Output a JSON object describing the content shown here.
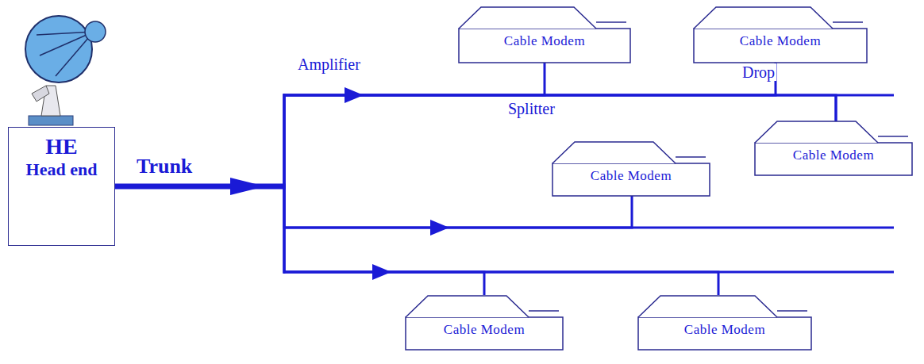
{
  "diagram": {
    "nodes": [
      {
        "text": [
          "HE",
          "Head end"
        ]
      },
      {
        "text": [
          "Cable Modem"
        ]
      },
      {
        "text": [
          "Cable Modem"
        ]
      },
      {
        "text": [
          "Cable Modem"
        ]
      },
      {
        "text": [
          "Cable Modem"
        ]
      },
      {
        "text": [
          "Cable Modem"
        ]
      },
      {
        "text": [
          "Cable Modem"
        ]
      }
    ],
    "edges": [
      {
        "from": 0,
        "to": 1,
        "arrow": "none"
      },
      {
        "from": 0,
        "to": 2,
        "arrow": "none"
      },
      {
        "from": 0,
        "to": 3,
        "arrow": "none"
      },
      {
        "from": 0,
        "to": 4,
        "arrow": "none"
      },
      {
        "from": 0,
        "to": 5,
        "arrow": "none"
      },
      {
        "from": 0,
        "to": 6,
        "arrow": "none"
      }
    ],
    "labels": [
      "Trunk",
      "Amplifier",
      "Drop",
      "Splitter"
    ]
  }
}
